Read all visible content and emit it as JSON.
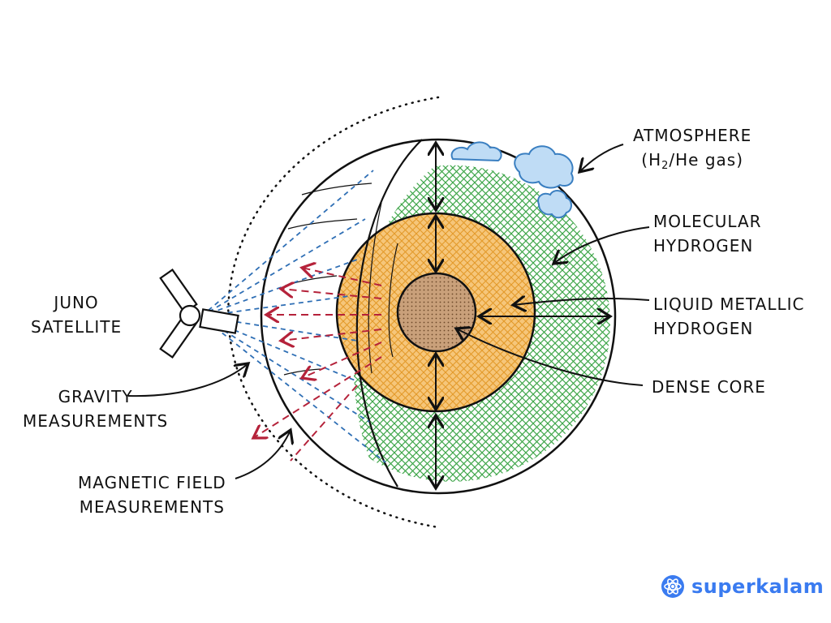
{
  "labels": {
    "atmosphere": {
      "line1": "ATMOSPHERE",
      "line2_prefix": "(H",
      "line2_sub": "2",
      "line2_suffix": "/He gas)"
    },
    "molecular_hydrogen": {
      "line1": "MOLECULAR",
      "line2": "HYDROGEN"
    },
    "liquid_metallic_hydrogen": {
      "line1": "LIQUID METALLIC",
      "line2": "HYDROGEN"
    },
    "dense_core": {
      "line1": "DENSE CORE"
    },
    "juno_satellite": {
      "line1": "JUNO",
      "line2": "SATELLITE"
    },
    "gravity_measurements": {
      "line1": "GRAVITY",
      "line2": "MEASUREMENTS"
    },
    "magnetic_field_measurements": {
      "line1": "MAGNETIC FIELD",
      "line2": "MEASUREMENTS"
    }
  },
  "brand": {
    "name": "superkalam",
    "color": "#3a7bf0"
  },
  "colors": {
    "outline": "#111111",
    "cloud_fill": "#bfdcf5",
    "cloud_stroke": "#3a7fc1",
    "molecular_hatch": "#3fa64a",
    "metallic_fill": "#f6c67a",
    "metallic_hatch": "#e39a2a",
    "core_fill": "#c9a07a",
    "core_dots": "#6e4a2a",
    "gravity_lines": "#2f6fb5",
    "magnetic_arrows": "#b5223a"
  }
}
